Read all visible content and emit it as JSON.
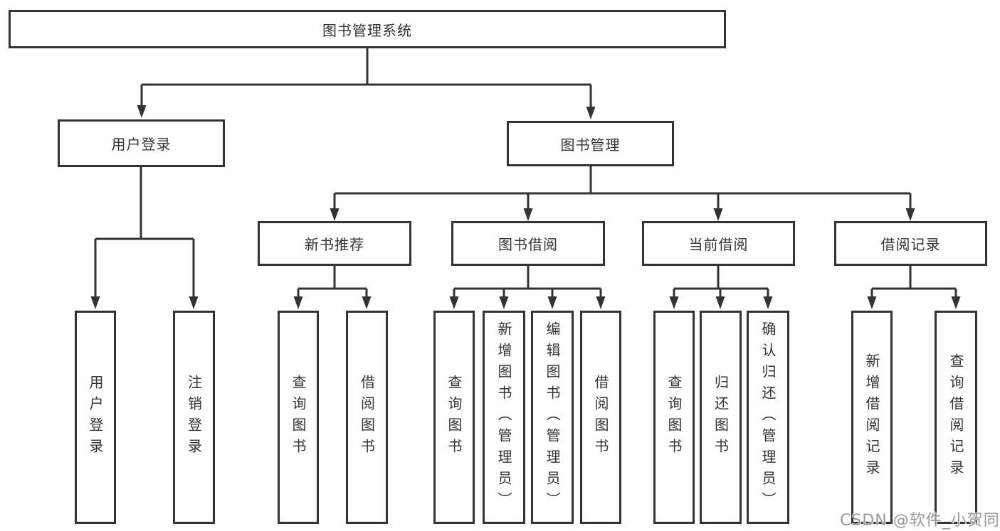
{
  "tree": {
    "root": {
      "label": "图书管理系统"
    },
    "branches": [
      {
        "label": "用户登录",
        "children": [
          {
            "label": "用户登录"
          },
          {
            "label": "注销登录"
          }
        ]
      },
      {
        "label": "图书管理",
        "children": [
          {
            "label": "新书推荐",
            "children": [
              {
                "label": "查询图书"
              },
              {
                "label": "借阅图书"
              }
            ]
          },
          {
            "label": "图书借阅",
            "children": [
              {
                "label": "查询图书"
              },
              {
                "label": "新增图书（管理员）"
              },
              {
                "label": "编辑图书（管理员）"
              },
              {
                "label": "借阅图书"
              }
            ]
          },
          {
            "label": "当前借阅",
            "children": [
              {
                "label": "查询图书"
              },
              {
                "label": "归还图书"
              },
              {
                "label": "确认归还（管理员）"
              }
            ]
          },
          {
            "label": "借阅记录",
            "children": [
              {
                "label": "新增借阅记录"
              },
              {
                "label": "查询借阅记录"
              }
            ]
          }
        ]
      }
    ]
  },
  "watermark": "CSDN @软件_小贺同学",
  "colors": {
    "line": "#333333",
    "box_border": "#333333",
    "box_fill": "#ffffff",
    "text": "#333333",
    "background": "#ffffff",
    "watermark": "#97999c"
  }
}
